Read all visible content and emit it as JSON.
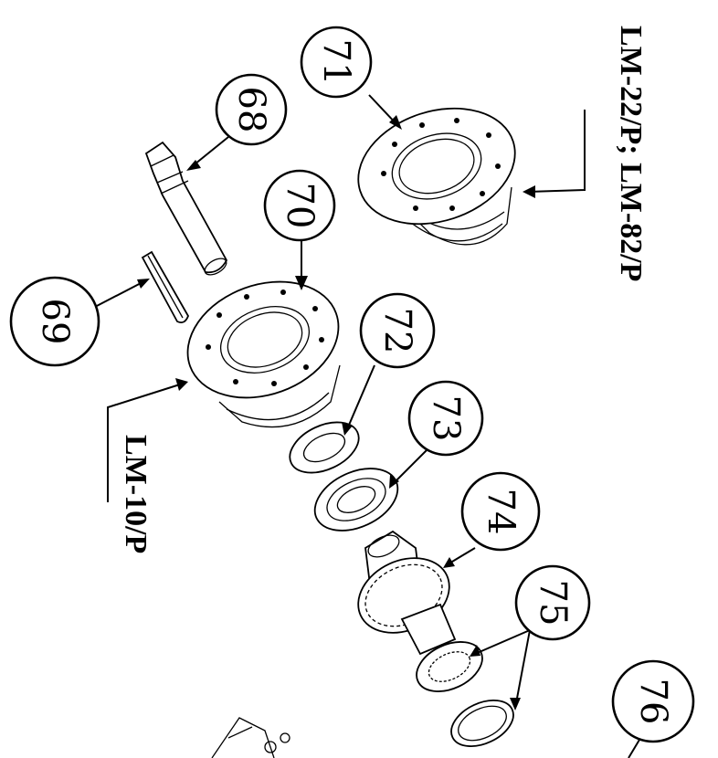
{
  "callouts": [
    {
      "id": "c71",
      "label": "71"
    },
    {
      "id": "c68",
      "label": "68"
    },
    {
      "id": "c70",
      "label": "70"
    },
    {
      "id": "c69",
      "label": "69"
    },
    {
      "id": "c72",
      "label": "72"
    },
    {
      "id": "c73",
      "label": "73"
    },
    {
      "id": "c74",
      "label": "74"
    },
    {
      "id": "c75",
      "label": "75"
    },
    {
      "id": "c76",
      "label": "76"
    }
  ],
  "model_labels": {
    "upper": "LM-22/P; LM-82/P",
    "lower": "LM-10/P"
  }
}
